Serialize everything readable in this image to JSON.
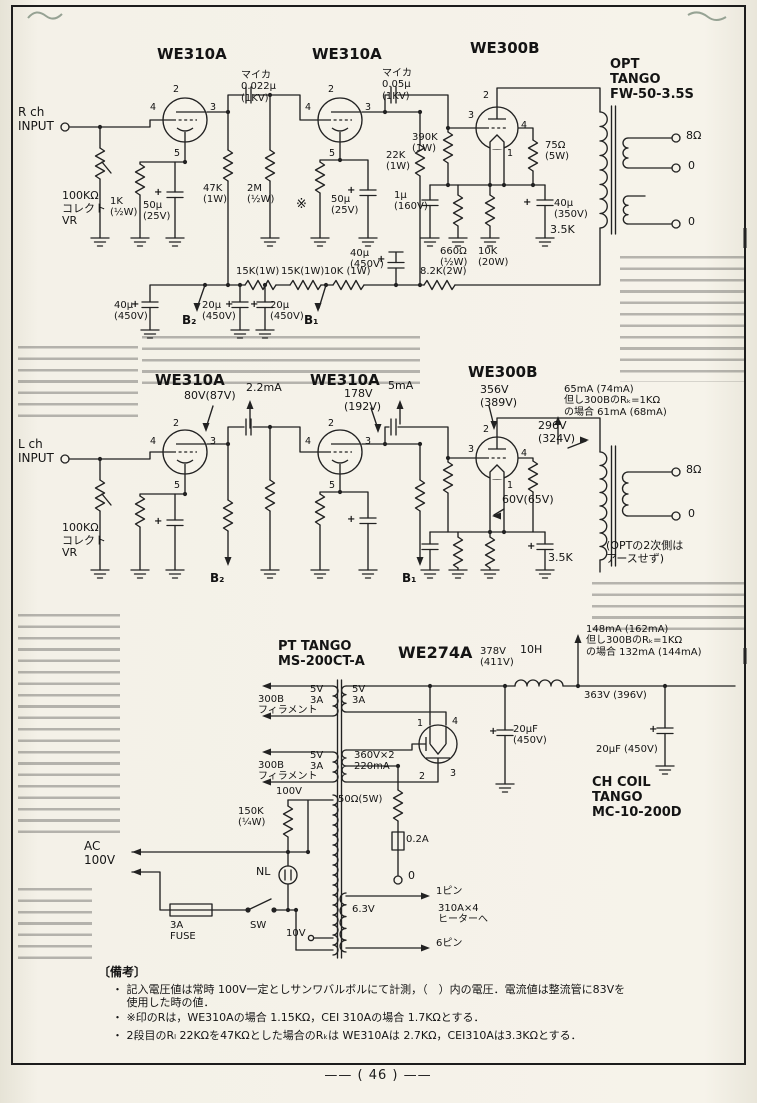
{
  "page": {
    "number": "—— ( 46 ) ——"
  },
  "pins": {
    "p1": "1",
    "p2": "2",
    "p3": "3",
    "p4": "4",
    "p5": "5"
  },
  "sym": {
    "plus": "+"
  },
  "rch": {
    "tube1": "WE310A",
    "tube2": "WE310A",
    "tube3": "WE300B",
    "opt": "OPT\nTANGO\nFW-50-3.5S",
    "input": "R ch\nINPUT",
    "mica1": "マイカ\n0.022μ\n(1KV)",
    "mica2": "マイカ\n0.05μ\n(1KV)",
    "vr": "100KΩ\nコレクト\nVR",
    "r1k": "1K\n(½W)",
    "c50a": "50μ\n(25V)",
    "r47k": "47K\n(1W)",
    "r2m": "2M\n(½W)",
    "star": "※",
    "c50b": "50μ\n(25V)",
    "r22k": "22K\n(1W)",
    "r390k": "390K\n(1W)",
    "r75": "75Ω\n(5W)",
    "c1u": "1μ\n(160V)",
    "r660": "660Ω\n(½W)",
    "r10k20": "10K\n(20W)",
    "c40a": "40μ\n(350V)",
    "c40b": "40μ\n(450V)",
    "r82": "8.2K(2W)",
    "r15a": "15K(1W)",
    "r15b": "15K(1W)",
    "r10k": "10K (1W)",
    "c40c": "40μ\n(450V)",
    "c20a": "20μ\n(450V)",
    "c20b": "20μ\n(450V)",
    "b2": "B₂",
    "b1": "B₁",
    "t8": "8Ω",
    "t0a": "0",
    "t0b": "0",
    "z": "3.5K"
  },
  "lch": {
    "tube1": "WE310A",
    "tube2": "WE310A",
    "tube3": "WE300B",
    "input": "L ch\nINPUT",
    "vr": "100KΩ\nコレクト\nVR",
    "v80": "80V(87V)",
    "i22": "2.2mA",
    "v178": "178V\n(192V)",
    "i5": "5mA",
    "v356": "356V\n(389V)",
    "inote": "65mA (74mA)\n但し300BのRₖ=1KΩ\nの場合 61mA (68mA)",
    "v296": "296V\n(324V)",
    "v60": "60V(65V)",
    "t8": "8Ω",
    "t0": "0",
    "note": "(OPTの2次側は\n アースせず)",
    "z": "3.5K",
    "b2": "B₂",
    "b1": "B₁"
  },
  "psu": {
    "pt": "PT TANGO\nMS-200CT-A",
    "tube": "WE274A",
    "v378": "378V\n(411V)",
    "choke": "10H",
    "inote": "148mA (162mA)\n但し300BのRₖ=1KΩ\nの場合 132mA (144mA)",
    "v363": "363V (396V)",
    "fil1": "300B\nフィラメント",
    "v5a": "5V\n3A",
    "v5b": "5V\n3A",
    "fil2": "300B\nフィラメント",
    "v5c": "5V\n3A",
    "hv": "360V×2\n220mA",
    "v100": "100V",
    "r150": "150K\n(¼W)",
    "r50": "50Ω(5W)",
    "f02": "0.2A",
    "ac": "AC\n100V",
    "nl": "NL",
    "fuse": "3A\nFUSE",
    "sw": "SW",
    "t0": "0",
    "v63": "6.3V",
    "pin1": "1ピン",
    "heater": "310A×4\nヒーターへ",
    "pin6": "6ピン",
    "v10": "10V",
    "c1": "20μF\n(450V)",
    "c2": "20μF (450V)",
    "ch": "CH COIL\nTANGO\nMC-10-200D"
  },
  "notes": {
    "header": "〔備考〕",
    "l1": "・ 記入電圧値は常時 100V一定としサンワバルボルにて計測，（　）内の電圧．電流値は整流管に83Vを\n　 使用した時の値．",
    "l2": "・ ※印のRは，WE310Aの場合 1.15KΩ，CEI 310Aの場合 1.7KΩとする．",
    "l3": "・ 2段目のRₗ 22KΩを47KΩとした場合のRₖは WE310Aは 2.7KΩ，CEI310Aは3.3KΩとする．"
  }
}
